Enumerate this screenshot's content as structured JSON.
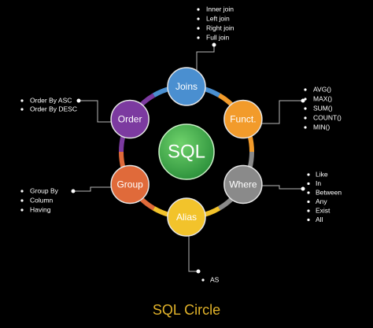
{
  "title": "SQL Circle",
  "center": {
    "label": "SQL",
    "color": "#35a84a"
  },
  "ring_color": "#5b5b5b",
  "nodes": [
    {
      "key": "joins",
      "label": "Joins",
      "color": "#4a8fd0",
      "items": [
        "Inner join",
        "Left join",
        "Right join",
        "Full join"
      ]
    },
    {
      "key": "funct",
      "label": "Funct.",
      "color": "#f29b2b",
      "items": [
        "AVG()",
        "MAX()",
        "SUM()",
        "COUNT()",
        "MIN()"
      ]
    },
    {
      "key": "where",
      "label": "Where",
      "color": "#8a8a8a",
      "items": [
        "Like",
        "In",
        "Between",
        "Any",
        "Exist",
        "All"
      ]
    },
    {
      "key": "alias",
      "label": "Alias",
      "color": "#f2c32b",
      "items": [
        "AS"
      ]
    },
    {
      "key": "group",
      "label": "Group",
      "color": "#e06a3a",
      "items": [
        "Group By",
        "Column",
        "Having"
      ]
    },
    {
      "key": "order",
      "label": "Order",
      "color": "#7c3aa0",
      "items": [
        "Order By ASC",
        "Order By DESC"
      ]
    }
  ],
  "title_color": "#e2b32a"
}
